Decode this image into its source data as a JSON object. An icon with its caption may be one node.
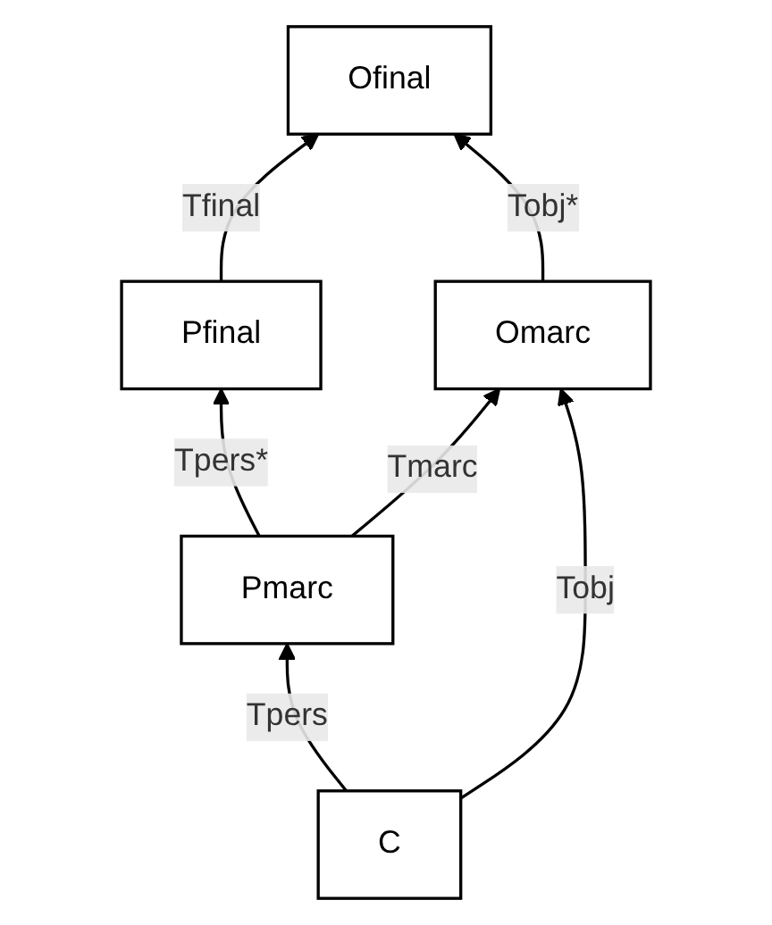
{
  "diagram": {
    "nodes": [
      {
        "text": [
          "Pfinal"
        ]
      },
      {
        "text": [
          "Ofinal"
        ]
      },
      {
        "text": [
          "Pmarc"
        ]
      },
      {
        "text": [
          "Omarc"
        ]
      },
      {
        "text": [
          "C"
        ]
      }
    ],
    "edges": [
      {
        "from": 0,
        "to": 1,
        "arrow": "to",
        "label": "Tfinal"
      },
      {
        "from": 2,
        "to": 0,
        "arrow": "to",
        "label": "Tpers*"
      },
      {
        "from": 2,
        "to": 3,
        "arrow": "to",
        "label": "Tmarc"
      },
      {
        "from": 3,
        "to": 1,
        "arrow": "to",
        "label": "Tobj*"
      },
      {
        "from": 4,
        "to": 2,
        "arrow": "to",
        "label": "Tpers"
      },
      {
        "from": 4,
        "to": 3,
        "arrow": "to",
        "label": "Tobj"
      }
    ]
  }
}
